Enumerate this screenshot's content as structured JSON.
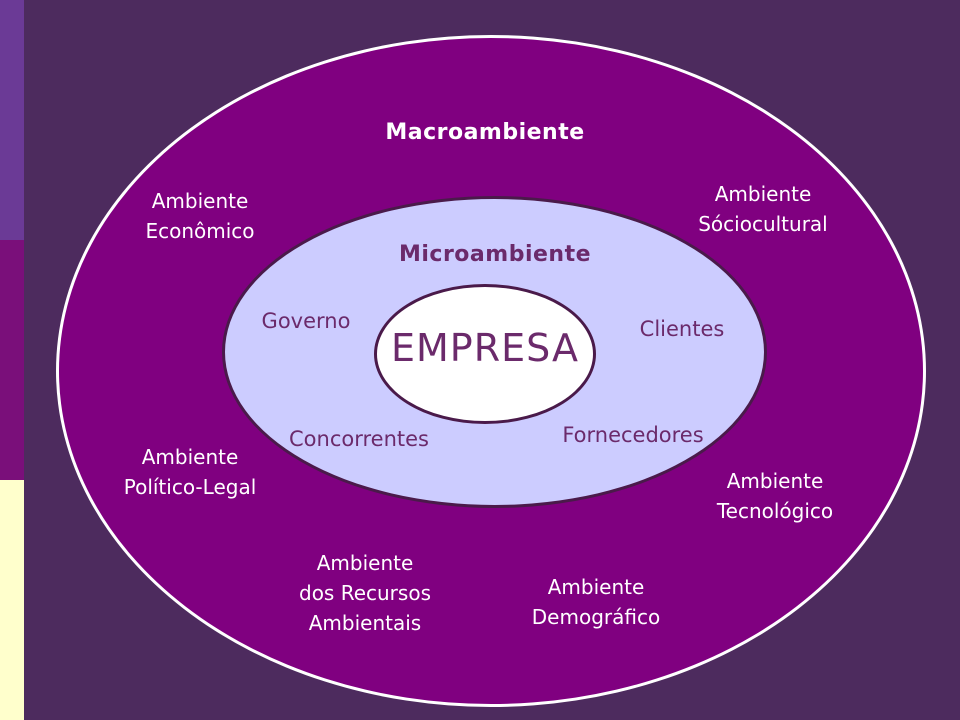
{
  "macro_title": "Macroambiente",
  "micro_title": "Microambiente",
  "center_label": "EMPRESA",
  "micro_items": {
    "governo": "Governo",
    "clientes": "Clientes",
    "concorrentes": "Concorrentes",
    "fornecedores": "Fornecedores"
  },
  "macro_items": {
    "economico": "Ambiente\nEconômico",
    "sociocultural": "Ambiente\nSóciocultural",
    "politico_legal": "Ambiente\nPolítico-Legal",
    "tecnologico": "Ambiente\nTecnológico",
    "recursos_ambientais": "Ambiente\ndos Recursos\nAmbientais",
    "demografico": "Ambiente\nDemográfico"
  },
  "colors": {
    "background": "#4d2b5e",
    "outer_fill": "#800080",
    "middle_fill": "#ccccff",
    "inner_fill": "#ffffff",
    "dark_text": "#6b2a6b",
    "accent_bar_top": "#6b3a96",
    "accent_bar_mid": "#7a0f7a",
    "accent_bar_bottom": "#ffffcc"
  }
}
